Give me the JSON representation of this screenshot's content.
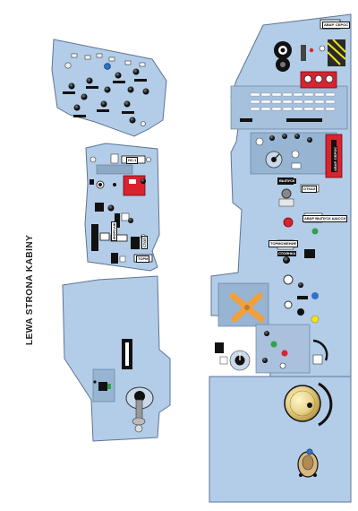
{
  "page_title": "LEWA STRONA KABINY",
  "panel_left_top": {
    "switch_count": 12
  },
  "panel_left_mid": {
    "labels": {
      "nc1": "НС-1",
      "forsazh": "ФОРСАЖ",
      "torm": "ТОРМ",
      "stop": "СТОП"
    }
  },
  "panel_left_bottom": {},
  "panel_right": {
    "labels": {
      "avar_sbros": "АВАР. СБРОС",
      "vypusk": "ВЫПУСК",
      "otkaz": "ОТКАЗ",
      "avar_vypusk": "АВАР ВЫПУСК ШАССИ",
      "tormozhenie": "ТОРМОЖЕНИЕ",
      "stoyanka": "СТОЯНКА"
    }
  },
  "colors": {
    "panel_fill": "#b3cde8",
    "panel_stroke": "#5d7594",
    "inset_fill": "#97b4d3",
    "knob": "#1a1a1a",
    "warning_red": "#d9232e",
    "handle_orange": "#f0a03c",
    "lamp_yellow": "#f2e21a",
    "lamp_green": "#2fa24a",
    "lamp_blue": "#2f73c8",
    "disc_gold": "#e7d289"
  }
}
